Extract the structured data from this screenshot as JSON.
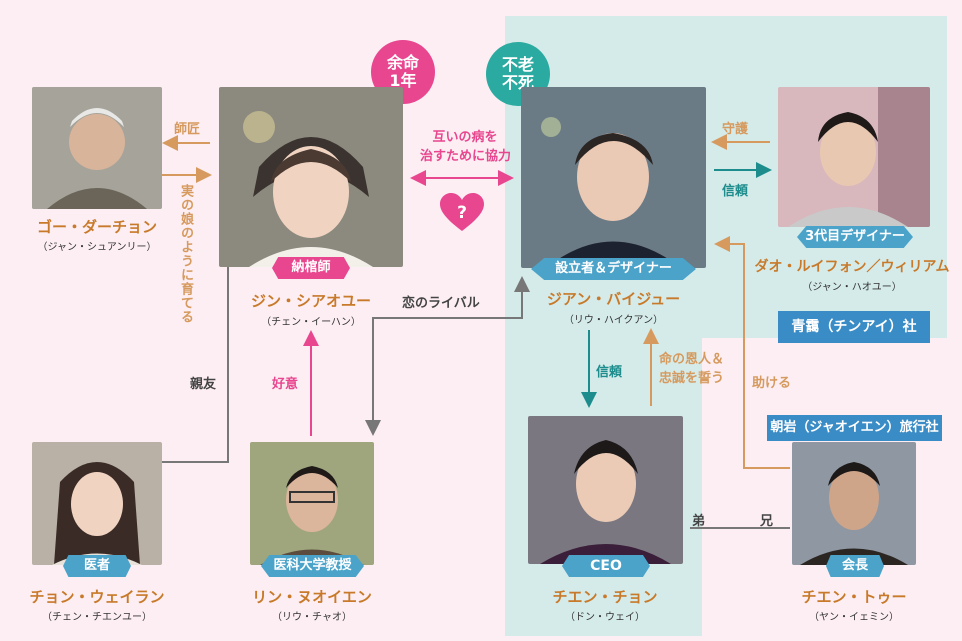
{
  "colors": {
    "background": "#fceef3",
    "teal_panel": "#d4ebea",
    "orange": "#d69a5e",
    "pink": "#e8468f",
    "teal": "#1c8c8c",
    "blue": "#4ba3c9",
    "gray": "#777777"
  },
  "badges": {
    "left_line1": "余命",
    "left_line2": "1年",
    "right_line1": "不老",
    "right_line2": "不死"
  },
  "center_relation": {
    "line1": "互いの病を",
    "line2": "治すために協力",
    "heart_mark": "?"
  },
  "characters": {
    "go": {
      "name": "ゴー・ダーチョン",
      "actor": "（ジャン・シュアンリー）"
    },
    "jin": {
      "role": "納棺師",
      "name": "ジン・シアオユー",
      "actor": "（チェン・イーハン）"
    },
    "jian": {
      "role": "設立者＆デザイナー",
      "name": "ジアン・バイジュー",
      "actor": "（リウ・ハイクアン）"
    },
    "dao": {
      "role": "3代目デザイナー",
      "name": "ダオ・ルイフォン／ウィリアム",
      "actor": "（ジャン・ハオユー）"
    },
    "chong": {
      "role": "医者",
      "name": "チョン・ウェイラン",
      "actor": "（チェン・チエンユー）"
    },
    "lin": {
      "role": "医科大学教授",
      "name": "リン・ヌオイエン",
      "actor": "（リウ・チャオ）"
    },
    "cheng": {
      "role": "CEO",
      "name": "チエン・チョン",
      "actor": "（ドン・ウェイ）"
    },
    "chienlu": {
      "role": "会長",
      "name": "チエン・トゥー",
      "actor": "（ヤン・イェミン）"
    }
  },
  "relations": {
    "shisho": "師匠",
    "jitsu_musume": "実の娘のように育てる",
    "shinyu": "親友",
    "koui": "好意",
    "koi_rival": "恋のライバル",
    "shugo": "守護",
    "shinrai_top": "信頼",
    "shinrai_mid": "信頼",
    "onjin": "命の恩人＆忠誠を誓う",
    "tasukeru": "助ける",
    "otouto": "弟",
    "ani": "兄"
  },
  "orgs": {
    "seilu": "青靄（チンアイ）社",
    "chogan": "朝岩（ジャオイエン）旅行社"
  }
}
